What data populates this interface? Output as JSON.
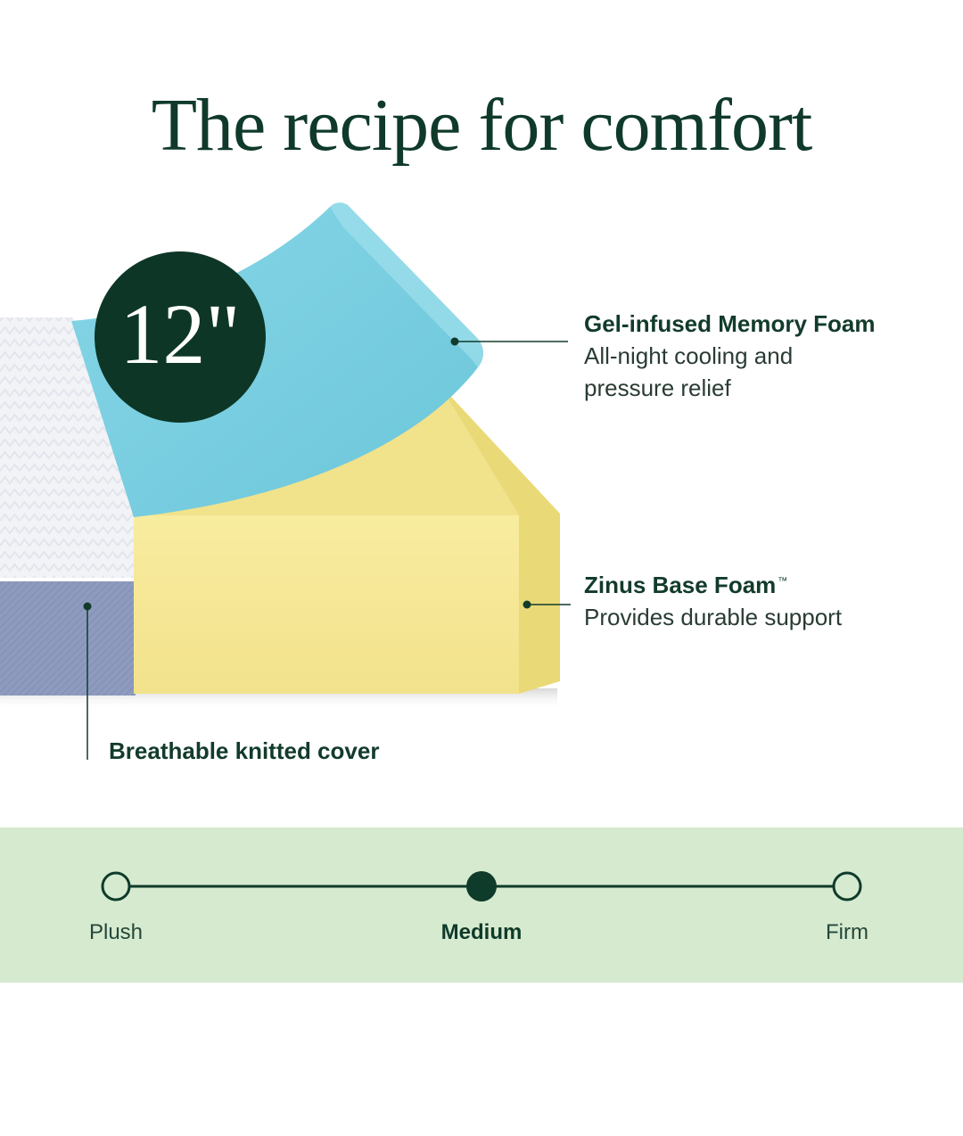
{
  "title": "The recipe for comfort",
  "badge": {
    "text": "12\""
  },
  "callouts": {
    "gel": {
      "heading": "Gel-infused Memory Foam",
      "desc_line1": "All-night cooling and",
      "desc_line2": "pressure relief"
    },
    "base": {
      "heading": "Zinus Base Foam",
      "trademark": "™",
      "desc": "Provides durable support"
    },
    "cover": {
      "heading": "Breathable knitted cover"
    }
  },
  "firmness": {
    "levels": [
      "Plush",
      "Medium",
      "Firm"
    ],
    "selected": "Medium",
    "position": 0.5
  },
  "colors": {
    "dark_green": "#0d3626",
    "gel_foam": "#78cfe0",
    "base_foam": "#f6e89a",
    "cover_top": "#eeeff3",
    "cover_side": "#8f9cc0",
    "firmness_band": "#d6eacf"
  }
}
